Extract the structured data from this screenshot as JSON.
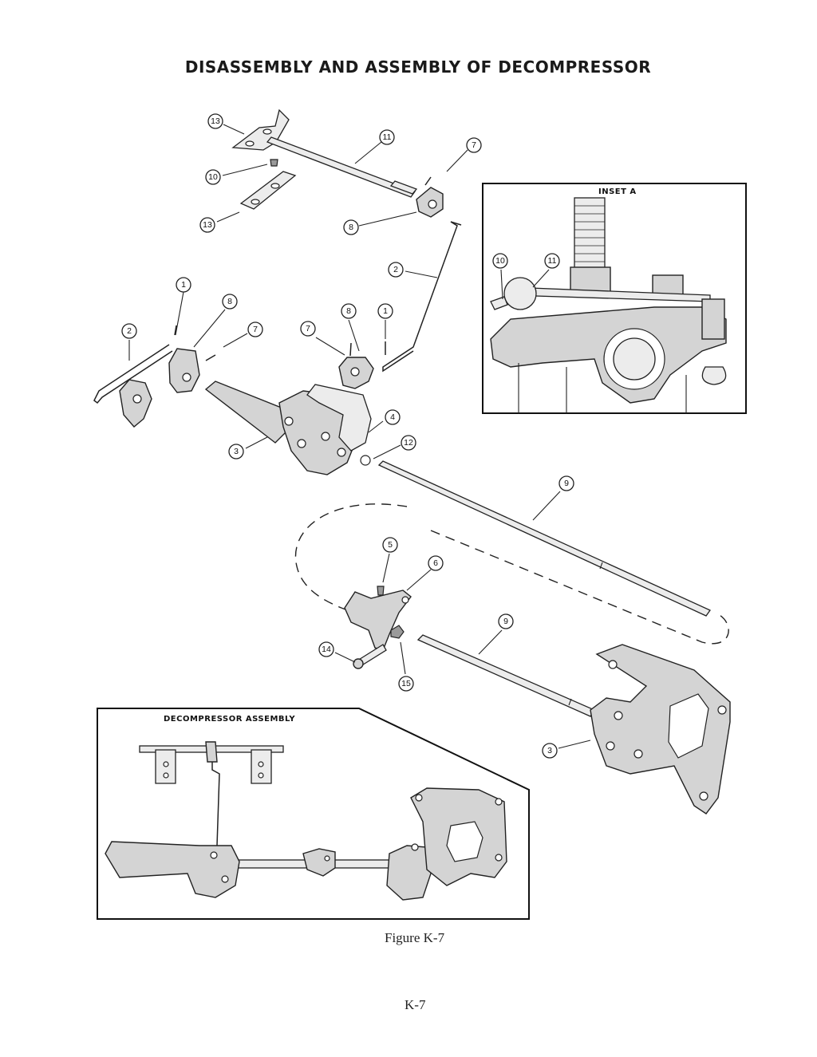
{
  "title": "DISASSEMBLY AND ASSEMBLY OF DECOMPRESSOR",
  "inset_a": {
    "label": "INSET A"
  },
  "assembly_inset": {
    "label": "DECOMPRESSOR ASSEMBLY"
  },
  "caption": "Figure K-7",
  "page_number": "K-7",
  "callouts": [
    "13",
    "11",
    "7",
    "10",
    "13",
    "8",
    "2",
    "1",
    "8",
    "7",
    "2",
    "8",
    "1",
    "7",
    "4",
    "3",
    "12",
    "9",
    "5",
    "6",
    "9",
    "14",
    "15",
    "3",
    "10",
    "11"
  ]
}
